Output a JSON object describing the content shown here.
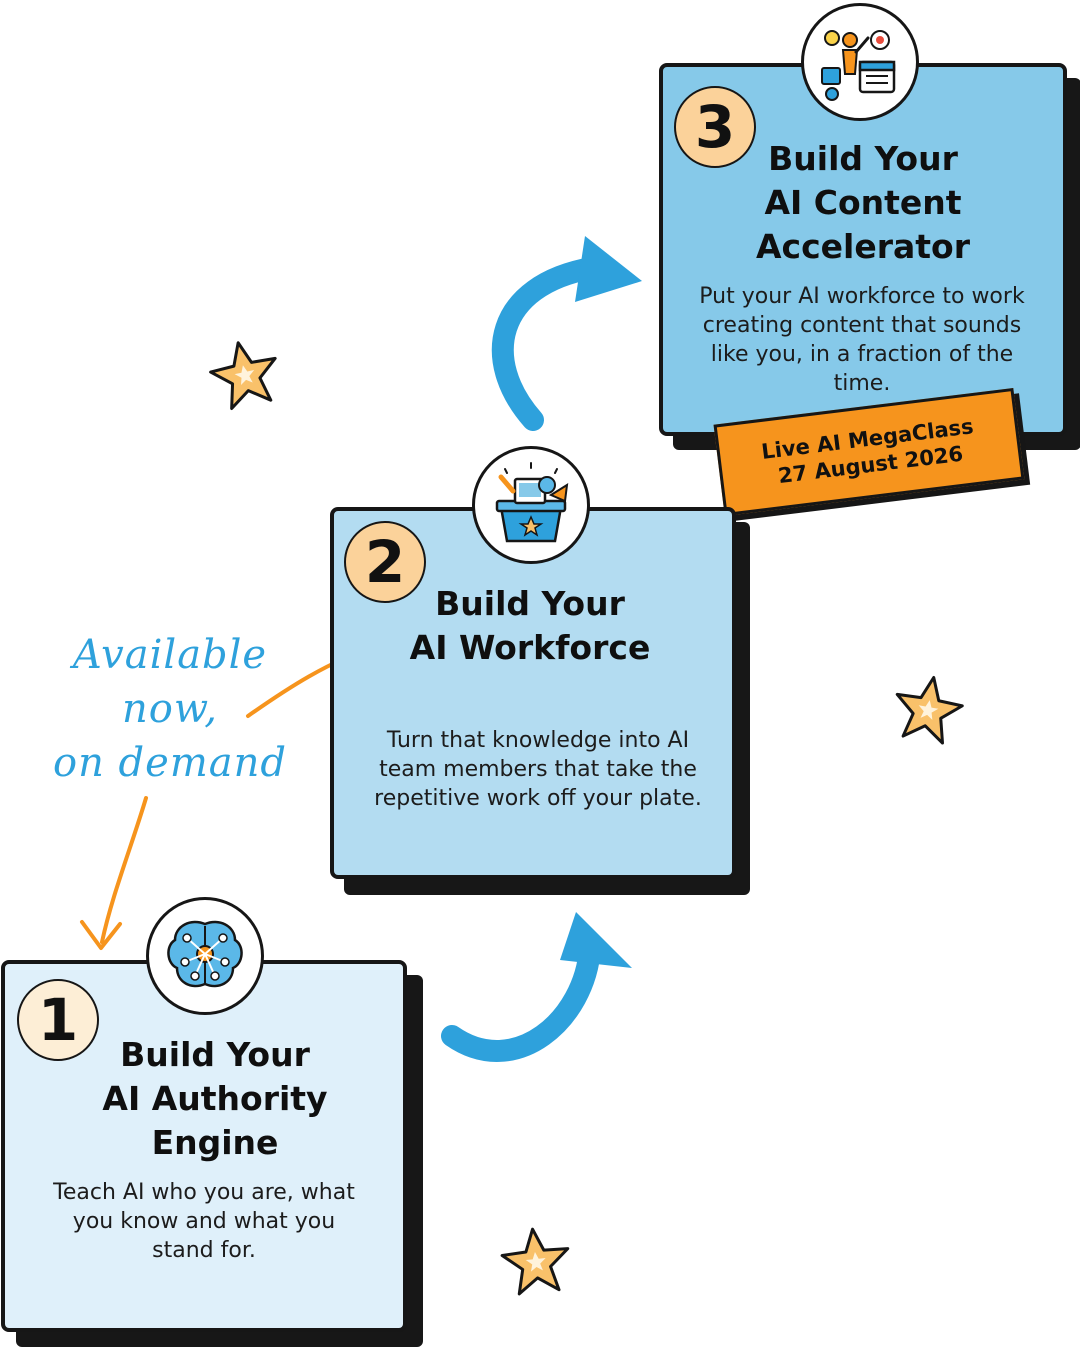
{
  "handwritten_note": {
    "lines": [
      "Available",
      "now,",
      "on demand"
    ]
  },
  "steps": [
    {
      "number": "1",
      "title_lines": [
        "Build Your",
        "AI Authority",
        "Engine"
      ],
      "description": "Teach AI who you are, what you know and what you stand for.",
      "icon": "brain-network-icon"
    },
    {
      "number": "2",
      "title_lines": [
        "Build Your",
        "AI Workforce"
      ],
      "description": "Turn that knowledge into AI team members that take the repetitive work off your plate.",
      "icon": "toolbox-icon"
    },
    {
      "number": "3",
      "title_lines": [
        "Build Your",
        "AI Content",
        "Accelerator"
      ],
      "description": "Put your AI workforce to work creating content that sounds like you, in a fraction of the time.",
      "icon": "content-planning-icon"
    }
  ],
  "banner": {
    "line1": "Live AI MegaClass",
    "line2": "27 August 2026"
  },
  "colors": {
    "card_1": "#dff0fa",
    "card_2": "#b3dcf1",
    "card_3": "#86c9e9",
    "badge": "#fbd29a",
    "badge_1": "#fdeed6",
    "accent_blue": "#2ea1dc",
    "accent_orange": "#f6941d",
    "outline": "#161616"
  }
}
